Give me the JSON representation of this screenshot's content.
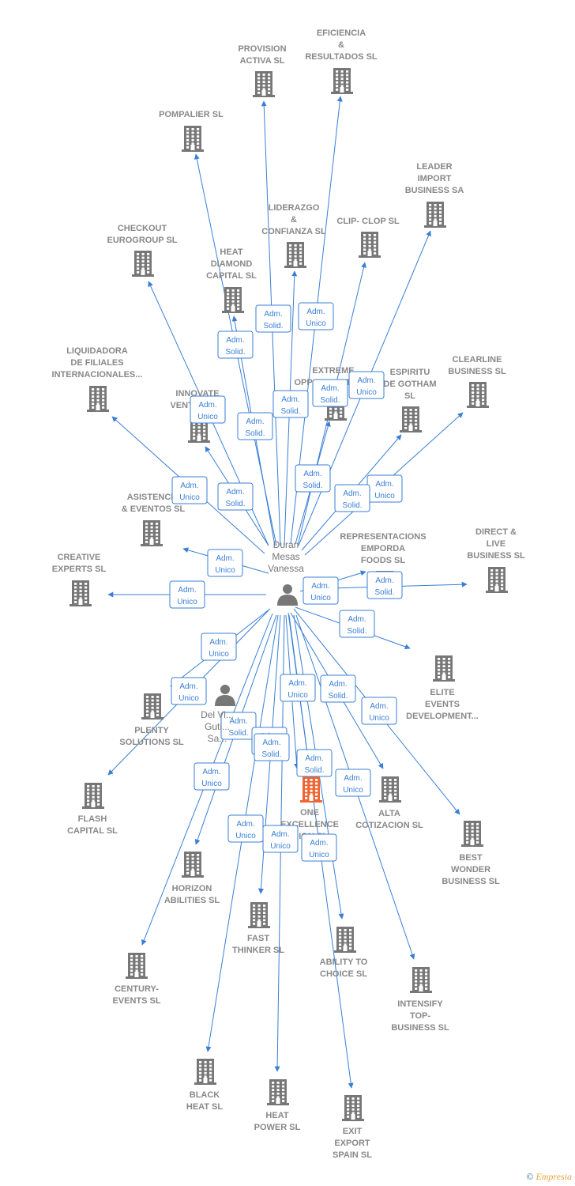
{
  "colors": {
    "edge": "#3a7fd5",
    "building": "#777777",
    "building_focus": "#ee6633",
    "person": "#777777",
    "label": "#888888"
  },
  "center_person": {
    "lines": [
      "Duran",
      "Mesas",
      "Vanessa"
    ],
    "icon": "person-icon"
  },
  "secondary_person": {
    "lines": [
      "Del Vi...",
      "Guti...",
      "Sa..."
    ],
    "icon": "person-icon"
  },
  "companies": [
    {
      "id": "provision",
      "lines": [
        "PROVISION",
        "ACTIVA SL"
      ]
    },
    {
      "id": "eficiencia",
      "lines": [
        "EFICIENCIA",
        "&",
        "RESULTADOS SL"
      ]
    },
    {
      "id": "pompalier",
      "lines": [
        "POMPALIER SL"
      ]
    },
    {
      "id": "leader",
      "lines": [
        "LEADER",
        "IMPORT",
        "BUSINESS SA"
      ]
    },
    {
      "id": "liderazgo",
      "lines": [
        "LIDERAZGO",
        "&",
        "CONFIANZA SL"
      ]
    },
    {
      "id": "clipclop",
      "lines": [
        "CLIP- CLOP SL"
      ]
    },
    {
      "id": "checkout",
      "lines": [
        "CHECKOUT",
        "EUROGROUP SL"
      ]
    },
    {
      "id": "heat_diamond",
      "lines": [
        "HEAT",
        "DIAMOND",
        "CAPITAL SL"
      ]
    },
    {
      "id": "liquidadora",
      "lines": [
        "LIQUIDADORA",
        "DE FILIALES",
        "INTERNACIONALES..."
      ]
    },
    {
      "id": "extreme",
      "lines": [
        "EXTREME",
        "OPPORTUNITIES..."
      ]
    },
    {
      "id": "espiritu",
      "lines": [
        "ESPIRITU",
        "DE GOTHAM",
        "SL"
      ]
    },
    {
      "id": "clearline",
      "lines": [
        "CLEARLINE",
        "BUSINESS SL"
      ]
    },
    {
      "id": "innovate",
      "lines": [
        "INNOVATE",
        "VENTURES..."
      ]
    },
    {
      "id": "asistencia",
      "lines": [
        "ASISTENCIA",
        "& EVENTOS SL"
      ]
    },
    {
      "id": "representaciones",
      "lines": [
        "REPRESENTACIONS",
        "EMPORDA",
        "FOODS SL"
      ]
    },
    {
      "id": "direct",
      "lines": [
        "DIRECT &",
        "LIVE",
        "BUSINESS SL"
      ]
    },
    {
      "id": "creative",
      "lines": [
        "CREATIVE",
        "EXPERTS SL"
      ]
    },
    {
      "id": "elite",
      "lines": [
        "ELITE",
        "EVENTS",
        "DEVELOPMENT..."
      ]
    },
    {
      "id": "plenty",
      "lines": [
        "PLENTY",
        "SOLUTIONS SL"
      ]
    },
    {
      "id": "flash",
      "lines": [
        "FLASH",
        "CAPITAL SL"
      ]
    },
    {
      "id": "one",
      "lines": [
        "ONE",
        "EXCELLENCE",
        "...ION SL"
      ],
      "focus": true
    },
    {
      "id": "alta",
      "lines": [
        "ALTA",
        "COTIZACION SL"
      ]
    },
    {
      "id": "best",
      "lines": [
        "BEST",
        "WONDER",
        "BUSINESS SL"
      ]
    },
    {
      "id": "horizon",
      "lines": [
        "HORIZON",
        "ABILITIES SL"
      ]
    },
    {
      "id": "fast",
      "lines": [
        "FAST",
        "THINKER SL"
      ]
    },
    {
      "id": "ability",
      "lines": [
        "ABILITY TO",
        "CHOICE SL"
      ]
    },
    {
      "id": "century",
      "lines": [
        "CENTURY-",
        "EVENTS SL"
      ]
    },
    {
      "id": "intensify",
      "lines": [
        "INTENSIFY",
        "TOP-",
        "BUSINESS SL"
      ]
    },
    {
      "id": "black",
      "lines": [
        "BLACK",
        "HEAT SL"
      ]
    },
    {
      "id": "heat_power",
      "lines": [
        "HEAT",
        "POWER SL"
      ]
    },
    {
      "id": "exit",
      "lines": [
        "EXIT",
        "EXPORT",
        "SPAIN SL"
      ]
    }
  ],
  "roles": [
    {
      "lines": [
        "Adm.",
        "Solid."
      ]
    },
    {
      "lines": [
        "Adm.",
        "Unico"
      ]
    },
    {
      "lines": [
        "Adm.",
        "Solid."
      ]
    },
    {
      "lines": [
        "Adm.",
        "Unico"
      ]
    },
    {
      "lines": [
        "Adm.",
        "Solid."
      ]
    },
    {
      "lines": [
        "Adm.",
        "Unico"
      ]
    },
    {
      "lines": [
        "Adm.",
        "Solid."
      ]
    },
    {
      "lines": [
        "Adm.",
        "Solid."
      ]
    },
    {
      "lines": [
        "Adm.",
        "Solid."
      ]
    },
    {
      "lines": [
        "Adm.",
        "Unico"
      ]
    },
    {
      "lines": [
        "Adm.",
        "Solid."
      ]
    },
    {
      "lines": [
        "Adm.",
        "Unico"
      ]
    },
    {
      "lines": [
        "Adm.",
        "Unico"
      ]
    },
    {
      "lines": [
        "Adm.",
        "Solid."
      ]
    },
    {
      "lines": [
        "Adm.",
        "Unico"
      ]
    },
    {
      "lines": [
        "Adm.",
        "Unico"
      ]
    },
    {
      "lines": [
        "Adm.",
        "Solid."
      ]
    },
    {
      "lines": [
        "Adm.",
        "Unico"
      ]
    },
    {
      "lines": [
        "Adm.",
        "Unico"
      ]
    },
    {
      "lines": [
        "Adm.",
        "Solid."
      ]
    },
    {
      "lines": [
        "Adm.",
        "Unico"
      ]
    },
    {
      "lines": [
        "Adm.",
        "Solid."
      ]
    },
    {
      "lines": [
        "Adm.",
        "Unico"
      ]
    },
    {
      "lines": [
        "Adm.",
        "Solid."
      ]
    },
    {
      "lines": [
        "Adm.",
        "Unico"
      ]
    },
    {
      "lines": [
        "Adm.",
        "Unico"
      ]
    },
    {
      "lines": [
        "Adm.",
        "Unico"
      ]
    },
    {
      "lines": [
        "Adm.",
        "Unico"
      ]
    },
    {
      "lines": [
        "Adm.",
        "Unico"
      ]
    },
    {
      "lines": [
        "Adm.",
        "Solid."
      ]
    },
    {
      "lines": [
        "Adm.",
        "Solid."
      ]
    },
    {
      "lines": [
        "Adm.",
        "Unico"
      ]
    }
  ],
  "credit": {
    "symbol": "©",
    "brand": "Empresia"
  }
}
